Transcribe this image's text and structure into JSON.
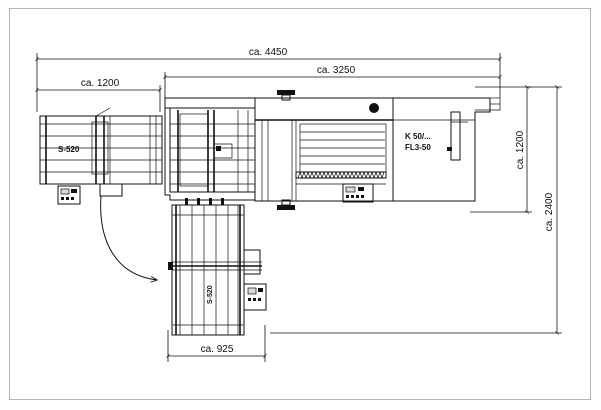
{
  "dimensions": {
    "total_width": "ca. 4450",
    "main_width": "ca. 3250",
    "left_station": "ca. 1200",
    "main_depth": "ca. 1200",
    "total_depth": "ca. 2400",
    "bottom_station": "ca. 925"
  },
  "labels": {
    "left_station": "S-520",
    "bottom_station": "S-520",
    "machine_line1": "K 50/...",
    "machine_line2": "FL3-50"
  }
}
